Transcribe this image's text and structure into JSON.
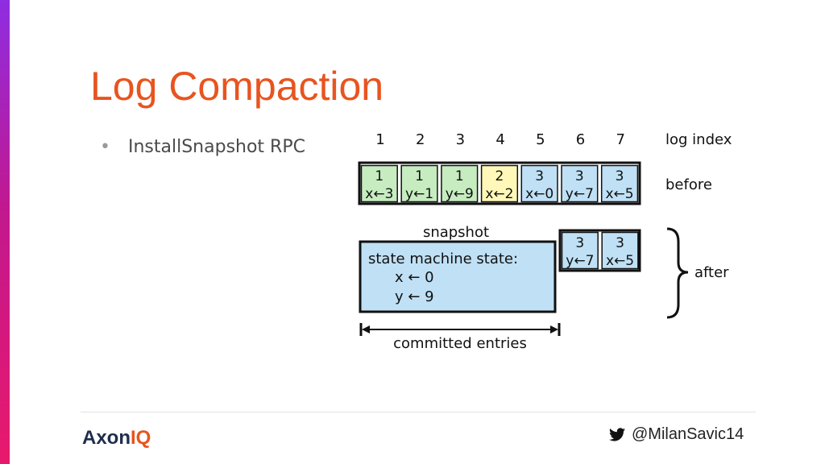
{
  "slide": {
    "title": "Log Compaction",
    "bullet": "InstallSnapshot RPC",
    "footer": {
      "logo_main": "Axon",
      "logo_accent": "IQ",
      "twitter_handle": "@MilanSavic14",
      "twitter_icon": "twitter-bird-icon"
    },
    "colors": {
      "title": "#e8541f",
      "entry_green": "#c6ecc0",
      "entry_yellow": "#fff8b8",
      "entry_blue": "#bfe0f5",
      "accent_bar_top": "#8e2de2",
      "accent_bar_bottom": "#e8196b"
    }
  },
  "diagram": {
    "log_indices": [
      "1",
      "2",
      "3",
      "4",
      "5",
      "6",
      "7"
    ],
    "log_index_label": "log index",
    "before_label": "before",
    "after_label": "after",
    "before_entries": [
      {
        "term": "1",
        "command": "x←3",
        "color": "green"
      },
      {
        "term": "1",
        "command": "y←1",
        "color": "green"
      },
      {
        "term": "1",
        "command": "y←9",
        "color": "green"
      },
      {
        "term": "2",
        "command": "x←2",
        "color": "yellow"
      },
      {
        "term": "3",
        "command": "x←0",
        "color": "blue"
      },
      {
        "term": "3",
        "command": "y←7",
        "color": "blue"
      },
      {
        "term": "3",
        "command": "x←5",
        "color": "blue"
      }
    ],
    "after_entries": [
      {
        "term": "3",
        "command": "y←7",
        "color": "blue"
      },
      {
        "term": "3",
        "command": "x←5",
        "color": "blue"
      }
    ],
    "snapshot": {
      "label": "snapshot",
      "line1": "state machine state:",
      "line2": "x ← 0",
      "line3": "y ← 9"
    },
    "committed_label": "committed entries"
  }
}
